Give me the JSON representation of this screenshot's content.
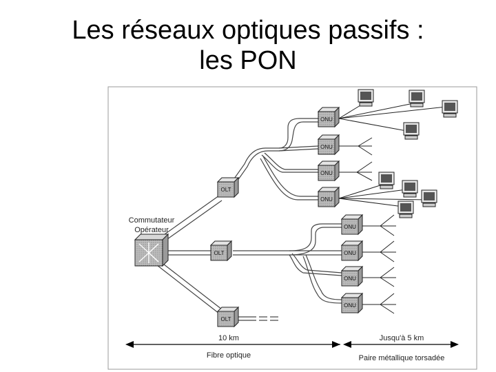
{
  "slide": {
    "title_line1": "Les réseaux optiques passifs :",
    "title_line2": "les PON"
  },
  "diagram": {
    "switch_label_line1": "Commutateur",
    "switch_label_line2": "Opérateur",
    "olt_label": "OLT",
    "onu_label": "ONU",
    "distance_fiber": "10 km",
    "distance_copper": "Jusqu'à 5 km",
    "medium_fiber": "Fibre optique",
    "medium_copper": "Paire métallique torsadée"
  }
}
